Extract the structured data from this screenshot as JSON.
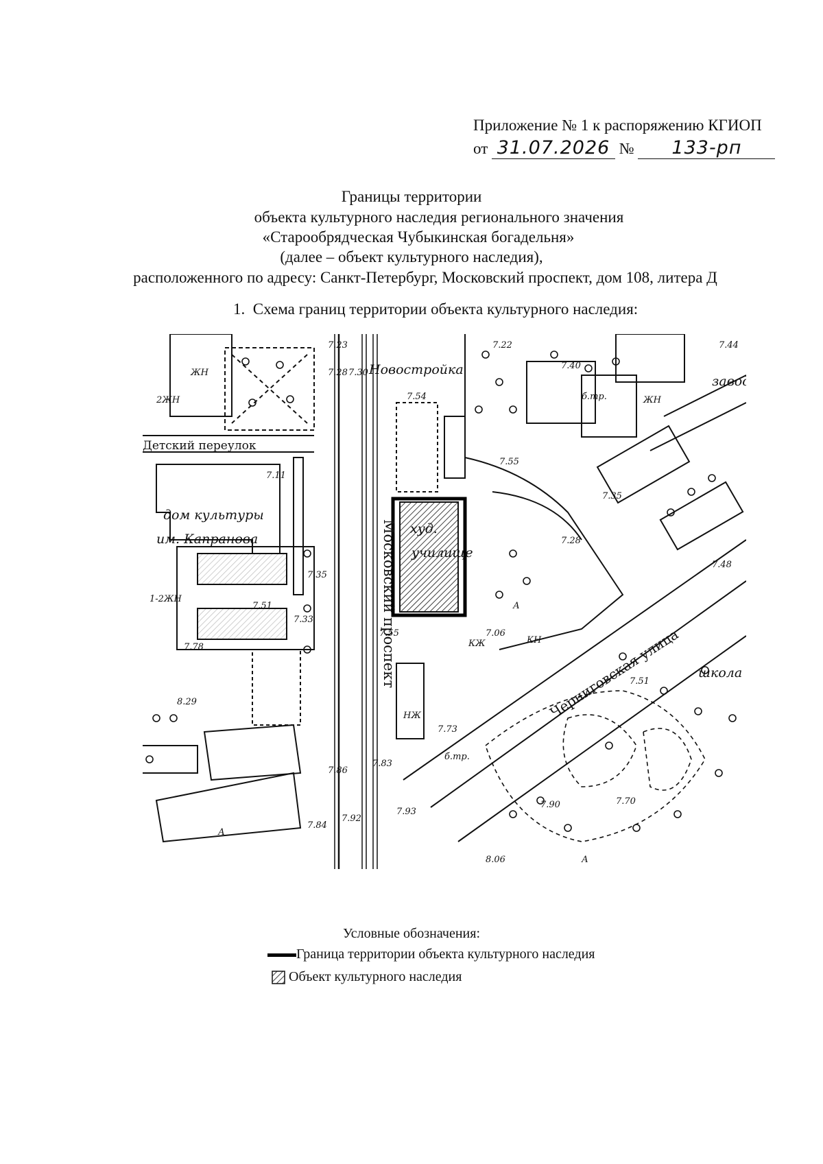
{
  "header": {
    "appendix": "Приложение № 1 к распоряжению КГИОП",
    "from_prefix": "от",
    "date_handwritten": "31.07.2026",
    "number_sign": "№",
    "number_handwritten": "133-рп"
  },
  "title": {
    "line1": "Границы территории",
    "line2": "объекта культурного наследия регионального значения",
    "line3": "«Старообрядческая Чубыкинская богадельня»",
    "line4": "(далее – объект культурного наследия),",
    "line5": "расположенного по адресу: Санкт-Петербург, Московский проспект, дом 108, литера Д"
  },
  "section": {
    "number": "1.",
    "heading": "Схема границ территории объекта культурного наследия:"
  },
  "map": {
    "labels": {
      "novostroyka": "Новостройка",
      "detsky": "Детский переулок",
      "dom_kultury": "дом культуры",
      "kapranova": "им. Капранова",
      "moskovsky": "Московский проспект",
      "chernigovskaya": "Черниговская улица",
      "khud": "худ.",
      "uchilishche": "училище",
      "shkola": "школа",
      "zavod": "завод",
      "btr1": "б.тр.",
      "btr2": "б.тр."
    },
    "elevations": [
      "7.23",
      "7.28",
      "7.30",
      "7.54",
      "7.22",
      "7.40",
      "7.44",
      "7.55",
      "7.35",
      "7.28",
      "7.48",
      "7.11",
      "7.35",
      "7.51",
      "7.33",
      "7.55",
      "7.06",
      "7.51",
      "7.73",
      "7.83",
      "7.86",
      "7.84",
      "7.93",
      "7.90",
      "7.70",
      "8.06",
      "7.92",
      "8.29",
      "7.78"
    ],
    "block_marks": [
      "ЖН",
      "2ЖН",
      "1-2ЖН",
      "КЖ",
      "НЖ",
      "ЖН",
      "КН",
      "А",
      "А",
      "А"
    ]
  },
  "legend": {
    "title": "Условные обозначения:",
    "boundary": "Граница территории объекта культурного наследия",
    "object": "Объект культурного наследия"
  },
  "colors": {
    "ink": "#111111",
    "paper": "#ffffff"
  }
}
